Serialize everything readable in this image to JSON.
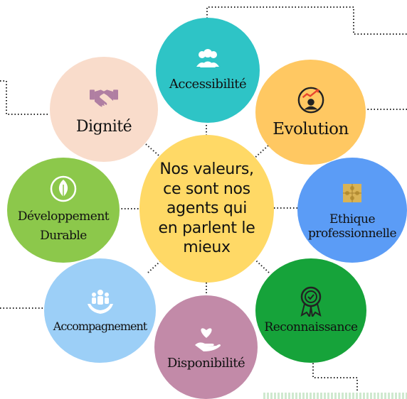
{
  "center": {
    "label": "Nos valeurs, ce sont nos agents qui en parlent le mieux"
  },
  "values": [
    {
      "id": "accessibilite",
      "label": "Accessibilité",
      "icon": "people-group-icon"
    },
    {
      "id": "evolution",
      "label": "Evolution",
      "icon": "growth-chart-icon"
    },
    {
      "id": "ethique",
      "label": "Ethique professionnelle",
      "icon": "puzzle-icon"
    },
    {
      "id": "reconnaissance",
      "label": "Reconnaissance",
      "icon": "award-badge-icon"
    },
    {
      "id": "disponibilite",
      "label": "Disponibilité",
      "icon": "heart-hand-icon"
    },
    {
      "id": "accompagnement",
      "label": "Accompagnement",
      "icon": "support-hands-icon"
    },
    {
      "id": "developpement",
      "label": "Développement Durable",
      "icon": "leaf-icon"
    },
    {
      "id": "dignite",
      "label": "Dignité",
      "icon": "handshake-icon"
    }
  ],
  "colors": {
    "center": "#ffd966",
    "accessibilite": "#2ec4c6",
    "evolution": "#ffc862",
    "ethique": "#5b9cf6",
    "reconnaissance": "#16a33a",
    "disponibilite": "#c28aa8",
    "accompagnement": "#9ccff7",
    "developpement": "#8cc84b",
    "dignite": "#f9dccb"
  }
}
